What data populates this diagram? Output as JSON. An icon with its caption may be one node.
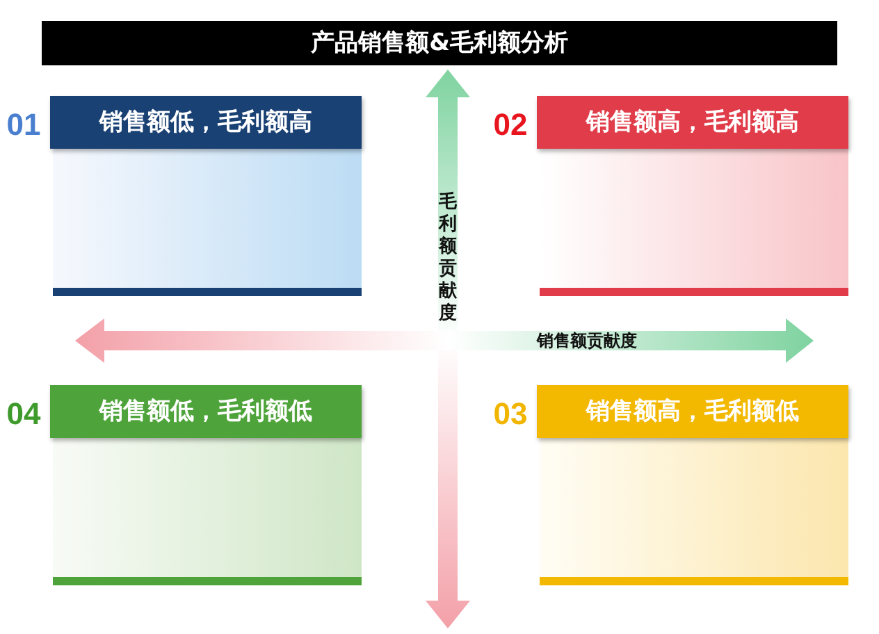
{
  "diagram": {
    "title": "产品销售额&毛利额分析",
    "nodes": [
      {
        "text": [
          "销售额低，毛利额高"
        ],
        "beside": [
          "01"
        ]
      },
      {
        "text": [
          "销售额高，毛利额高"
        ],
        "beside": [
          "02"
        ]
      },
      {
        "text": [
          "销售额低，毛利额低"
        ],
        "beside": [
          "04"
        ]
      },
      {
        "text": [
          "销售额高，毛利额低"
        ],
        "beside": [
          "03"
        ]
      }
    ],
    "edges": [],
    "labels": [
      "毛利额贡献度",
      "销售额贡献度"
    ]
  }
}
